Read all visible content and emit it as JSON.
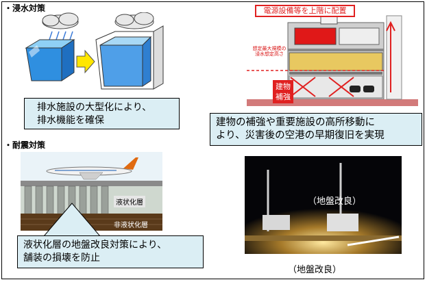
{
  "sections": {
    "flood": {
      "heading": "・浸水対策"
    },
    "quake": {
      "heading": "・耐震対策"
    }
  },
  "callouts": {
    "drainage": {
      "line1": "排水施設の大型化により、",
      "line2": "排水機能を確保"
    },
    "building": {
      "line1": "建物の補強や重要施設の高所移動に",
      "line2": "より、災害後の空港の早期復旧を実現"
    },
    "liquefaction": {
      "line1": "液状化層の地盤改良対策により、",
      "line2": "舗装の損壊を防止"
    }
  },
  "building_diagram": {
    "top_label": "電源設備等を上階に配置",
    "flood_level_label_1": "想定最大規模の",
    "flood_level_label_2": "浸水想定高さ",
    "reinforce_label_1": "建物",
    "reinforce_label_2": "補強"
  },
  "ground_diagram": {
    "layer_liquefaction": "液状化層",
    "layer_non_liquefaction": "非液状化層"
  },
  "photo": {
    "overlay_caption": "（地盤改良）",
    "caption": "（地盤改良）"
  },
  "colors": {
    "callout_fill": "#dbeef4",
    "red_accent": "#e02020",
    "water_blue": "#2f8fe0"
  }
}
